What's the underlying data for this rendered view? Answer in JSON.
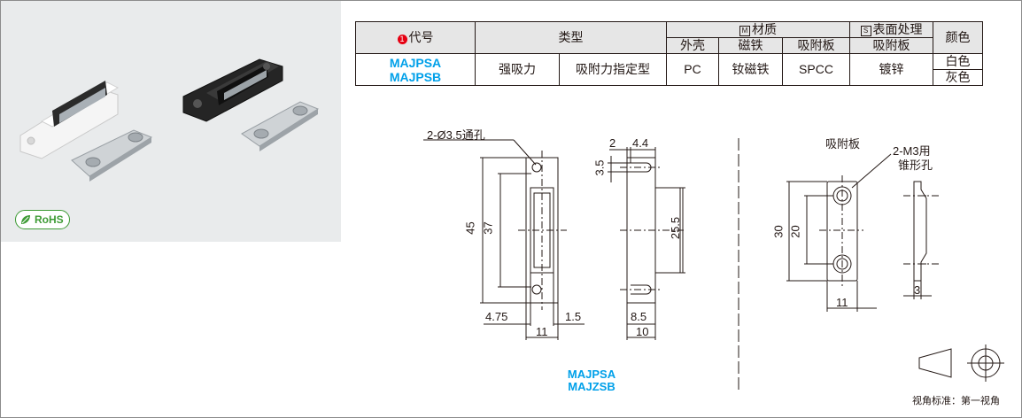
{
  "badge": {
    "rohs": "RoHS"
  },
  "table": {
    "h_code_num": "1",
    "h_code": "代号",
    "h_type": "类型",
    "h_material_box": "M",
    "h_material": "材质",
    "h_surface_box": "S",
    "h_surface": "表面处理",
    "h_color": "颜色",
    "sub_housing": "外壳",
    "sub_magnet": "磁铁",
    "sub_plate": "吸附板",
    "sub_surface_plate": "吸附板",
    "code1": "MAJPSA",
    "code2": "MAJPSB",
    "type1": "强吸力",
    "type2": "吸附力指定型",
    "mat_housing": "PC",
    "mat_magnet": "钕磁铁",
    "mat_plate": "SPCC",
    "surface": "镀锌",
    "color1": "白色",
    "color2": "灰色"
  },
  "drawing": {
    "hole_label": "2-Ø3.5通孔",
    "d45": "45",
    "d37": "37",
    "d4_75": "4.75",
    "d1_5": "1.5",
    "d11": "11",
    "d2": "2",
    "d4_4": "4.4",
    "d3_5": "3.5",
    "d25_5": "25.5",
    "d8_5": "8.5",
    "d10": "10",
    "plate_title": "吸附板",
    "m3_label1": "2-M3用",
    "m3_label2": "锥形孔",
    "d30": "30",
    "d20": "20",
    "plate_d11": "11",
    "plate_d3": "3",
    "model1": "MAJPSA",
    "model2": "MAJZSB",
    "view_standard": "视角标准：第一视角"
  }
}
